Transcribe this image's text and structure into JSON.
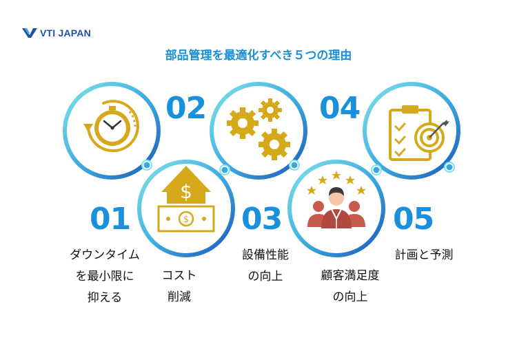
{
  "brand": {
    "logo_text": "VTI JAPAN"
  },
  "title": "部品管理を最適化すべき５つの理由",
  "reasons": [
    {
      "number": "01",
      "lines": [
        "ダウンタイム",
        "を最小限に",
        "抑える"
      ],
      "icon": "clock-icon"
    },
    {
      "number": "02",
      "lines": [
        "コスト",
        "削減"
      ],
      "icon": "money-house-icon"
    },
    {
      "number": "03",
      "lines": [
        "設備性能",
        "の向上"
      ],
      "icon": "gears-icon"
    },
    {
      "number": "04",
      "lines": [
        "顧客満足度",
        "の向上"
      ],
      "icon": "customers-rating-icon"
    },
    {
      "number": "05",
      "lines": [
        "計画と予測"
      ],
      "icon": "clipboard-target-icon"
    }
  ],
  "colors": {
    "accent_blue": "#1a90dc",
    "ring_light": "#6cdbe6",
    "ring_dark": "#1e5fbf",
    "icon_gold": "#d6a91c",
    "person_red": "#c95a4e"
  }
}
